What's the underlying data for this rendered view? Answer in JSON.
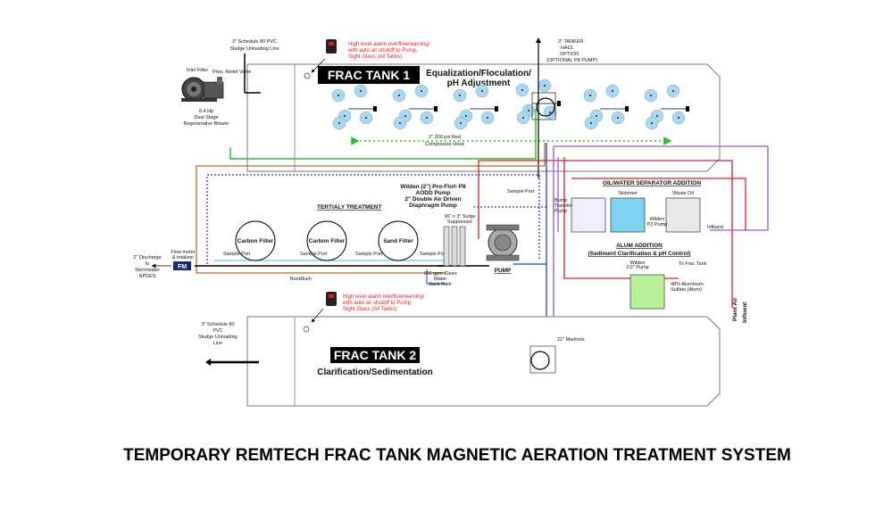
{
  "colors": {
    "green": "#2bbf2b",
    "blue": "#2234d8",
    "red": "#e31b1b",
    "purple": "#9b55d6",
    "brown": "#b36a2a",
    "cyan": "#31c3df",
    "aerator": "#a9d8ee",
    "black": "#000000"
  },
  "tank1": {
    "label": "FRAC TANK 1",
    "subtitle_line1": "Equalization/Floculation/",
    "subtitle_line2": "pH Adjustment"
  },
  "tank2": {
    "label": "FRAC TANK 2",
    "subtitle": "Clarification/Sedimentation"
  },
  "alarm": {
    "line1": "High level alarm overflow/warning/",
    "line2": "with auto air shutoff to Pump,",
    "line3": "Sight Glass (All Tanks)"
  },
  "sludge_top": {
    "line1": "3\" Schedule 80 PVC",
    "line2": "Sludge Unloading Line"
  },
  "sludge_bottom": {
    "line1": "3\" Schedule 80",
    "line2": "PVC",
    "line3": "Sludge Unloading",
    "line4": "Line"
  },
  "tanker": {
    "line1": "3\" TANKER",
    "line2": "HAUL",
    "line3": "OPTION",
    "line4": "(OPTIONAL P8 PUMP)"
  },
  "blower": {
    "inlet_filter": "Inlet Filter",
    "relief_valve": "Pres. Relief Valve",
    "line1": "8.4 Hp",
    "line2": "Dual Stage",
    "line3": "Regenerative Blower"
  },
  "hose": {
    "line1": "2\" 200 psi Red",
    "line2": "Compressor Hose"
  },
  "tertiary_label": "TERTIALY TREATMENT",
  "filters": {
    "carbon1": "Carbon Filter",
    "carbon2": "Carbon Filter",
    "sand": "Sand Filter"
  },
  "sample_port": "Sample Port",
  "backflush": "Backflush",
  "discharge": {
    "line1": "2\" Discharge",
    "line2": "to",
    "line3": "Stormwater",
    "line4": "NPDES"
  },
  "flowmeter": {
    "line1": "Flow meter",
    "line2": "& totalizer",
    "badge": "FM"
  },
  "pump": {
    "line1": "Wilden (2\") Pro-Flo® P8",
    "line2": "AODD Pump",
    "line3": "2\" Double Air Driven",
    "line4": "Diaphragm Pump",
    "label": "PUMP"
  },
  "surge": {
    "line1": "36\" x 3\" Surge",
    "line2": "Suppressor"
  },
  "backflush_water": {
    "line1": "100 gpm Clean",
    "line2": "Water",
    "line3": "Back flush"
  },
  "oil_water": {
    "title": "OIL/WATER SEPARATOR ADDITION",
    "bump_pump": {
      "line1": "Bump",
      "line2": "Transfer",
      "line3": "Pump"
    },
    "skimmer": "Skimmer",
    "waste_oil": "Waste Oil",
    "wilden_pump": {
      "line1": "Wilden",
      "line2": "P2 Pump"
    },
    "influent": "Influent"
  },
  "alum": {
    "title": "ALUM ADDITION",
    "subtitle": "(Sediment Clarification & pH Control)",
    "wilden": {
      "line1": "Wilden",
      "line2": "1/2\" Pump"
    },
    "to_frac": "To Frac Tank",
    "aluminum": {
      "line1": "48% Aluminum",
      "line2": "Sulfate (Alum)"
    }
  },
  "plant_air": "Plant Air",
  "influent_vertical": "Influent",
  "manhole": "21\" Manhole",
  "main_title": "TEMPORARY REMTECH FRAC TANK MAGNETIC AERATION TREATMENT SYSTEM"
}
